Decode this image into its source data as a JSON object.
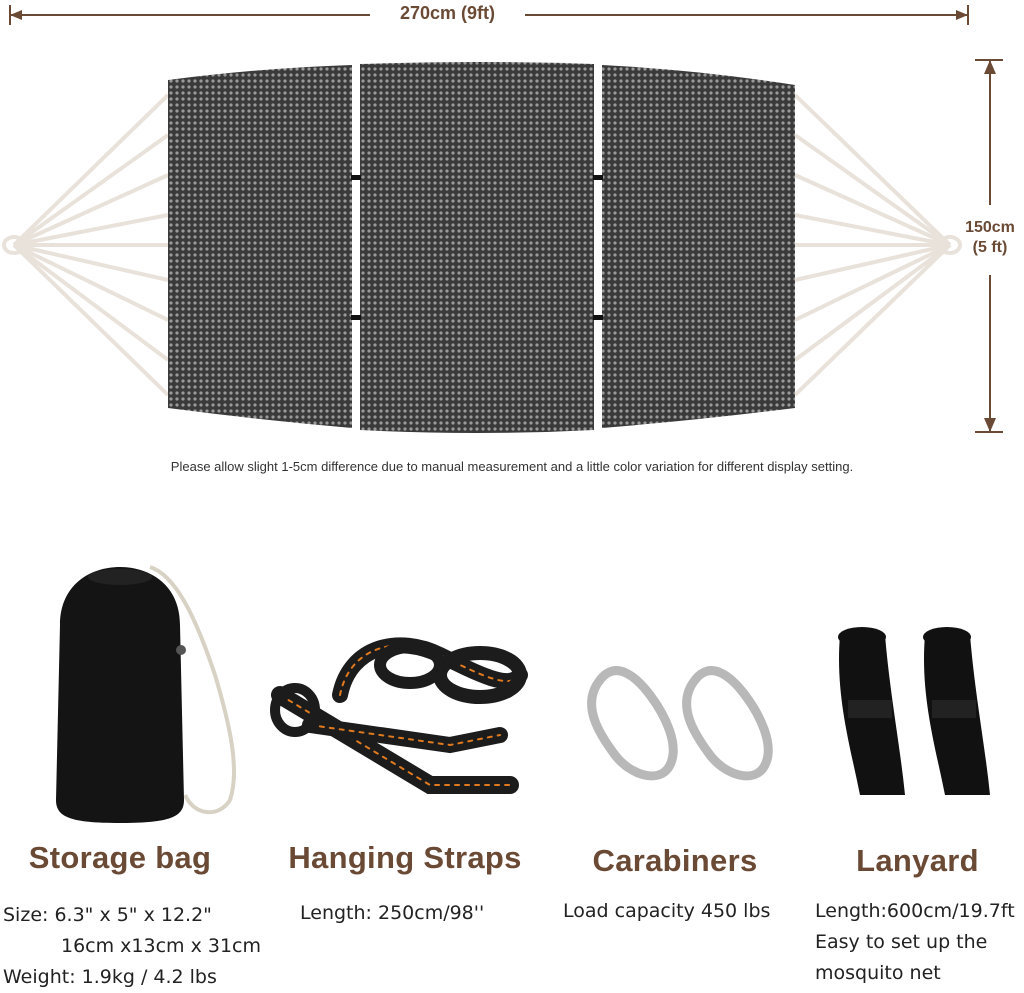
{
  "dimensions": {
    "width_label": "270cm (9ft)",
    "height_label_line1": "150cm",
    "height_label_line2": "(5 ft)",
    "note": "Please allow slight 1-5cm difference due to manual measurement and a little color variation for different display setting."
  },
  "products": [
    {
      "title": "Storage bag",
      "spec_lines": [
        "Size:  6.3\" x 5\" x 12.2\"",
        "16cm x13cm x 31cm",
        "Weight: 1.9kg / 4.2 lbs"
      ]
    },
    {
      "title": "Hanging Straps",
      "spec_lines": [
        "Length:  250cm/98''"
      ]
    },
    {
      "title": "Carabiners",
      "spec_lines": [
        "Load capacity 450 lbs"
      ]
    },
    {
      "title": "Lanyard",
      "spec_lines": [
        "Length:600cm/19.7ft",
        "Easy to set up the",
        "mosquito net"
      ]
    }
  ],
  "colors": {
    "accent": "#6b4a35",
    "fabric": "#4a4a4a",
    "rope": "#e8e2da",
    "strap_stitch": "#e07a1f"
  }
}
